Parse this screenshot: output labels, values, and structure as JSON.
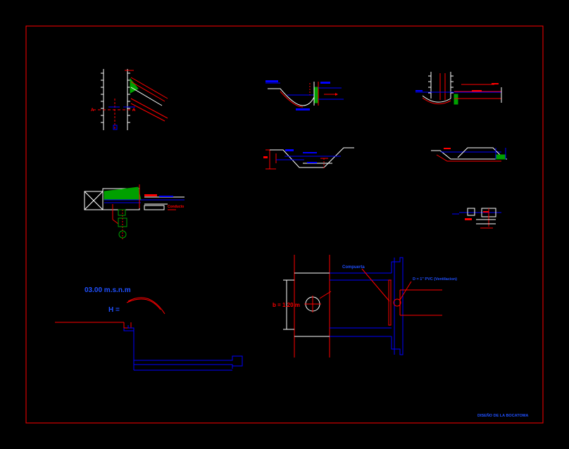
{
  "drawing": {
    "colors": {
      "background": "#000000",
      "frame": "#ff0000",
      "red": "#ff0000",
      "blue": "#0000ff",
      "white": "#ffffff",
      "green": "#00a000",
      "label_blue": "#2050ff"
    },
    "labels": {
      "elevation": "03.00 m.s.n.m",
      "head": "H =",
      "b_dim": "b = 1.20 m",
      "compuerta": "Compuerta",
      "tubo": "D = 1\" PVC (Ventilacion)",
      "conducto": "Conducto",
      "title_block": "DISEÑO DE LA BOCATOMA"
    }
  }
}
